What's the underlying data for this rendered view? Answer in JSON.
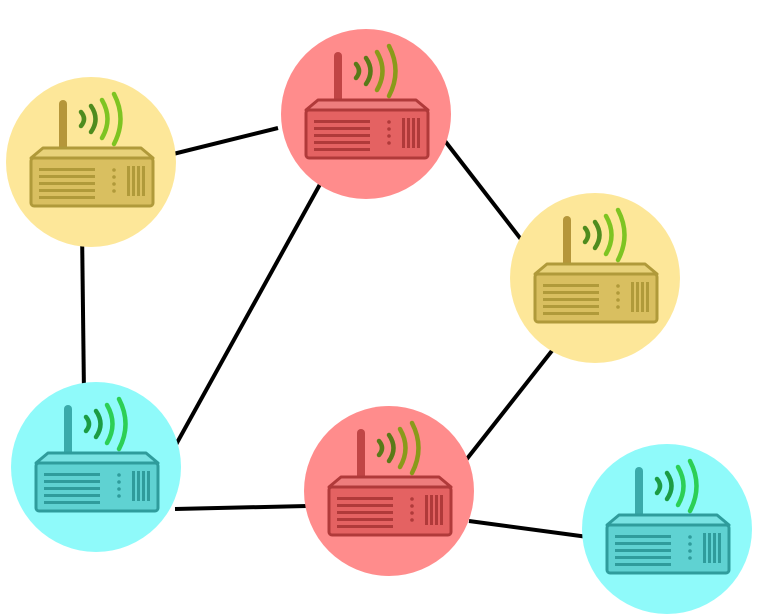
{
  "diagram": {
    "type": "network-graph",
    "node_icon": "wireless-router-icon",
    "colors": {
      "yellow": {
        "halo": "#fde799",
        "body": "#d9bf60",
        "dark": "#b09a3a",
        "top": "#e8d27a",
        "wave_a": "#4f8c1e",
        "wave_b": "#7ec422",
        "mast": "#b5963a"
      },
      "red": {
        "halo": "#ff8c8c",
        "body": "#e46262",
        "dark": "#b03a3a",
        "top": "#ee7d7d",
        "wave_a": "#5a7a18",
        "wave_b": "#8a9a1a",
        "mast": "#c04545"
      },
      "cyan": {
        "halo": "#8ffafa",
        "body": "#5fd2d2",
        "dark": "#2f9c9c",
        "top": "#79e3e3",
        "wave_a": "#1c9c44",
        "wave_b": "#2ccf55",
        "mast": "#3aaaaa"
      }
    },
    "nodes": [
      {
        "id": "router-top-left",
        "color": "yellow"
      },
      {
        "id": "router-top-center",
        "color": "red"
      },
      {
        "id": "router-right",
        "color": "yellow"
      },
      {
        "id": "router-bottom-left",
        "color": "cyan"
      },
      {
        "id": "router-bottom-center",
        "color": "red"
      },
      {
        "id": "router-bottom-right",
        "color": "cyan"
      }
    ],
    "edges": [
      {
        "from": "router-top-left",
        "to": "router-top-center"
      },
      {
        "from": "router-top-left",
        "to": "router-bottom-left"
      },
      {
        "from": "router-top-center",
        "to": "router-right"
      },
      {
        "from": "router-top-center",
        "to": "router-bottom-left"
      },
      {
        "from": "router-right",
        "to": "router-bottom-center"
      },
      {
        "from": "router-bottom-left",
        "to": "router-bottom-center"
      },
      {
        "from": "router-bottom-center",
        "to": "router-bottom-right"
      }
    ]
  }
}
